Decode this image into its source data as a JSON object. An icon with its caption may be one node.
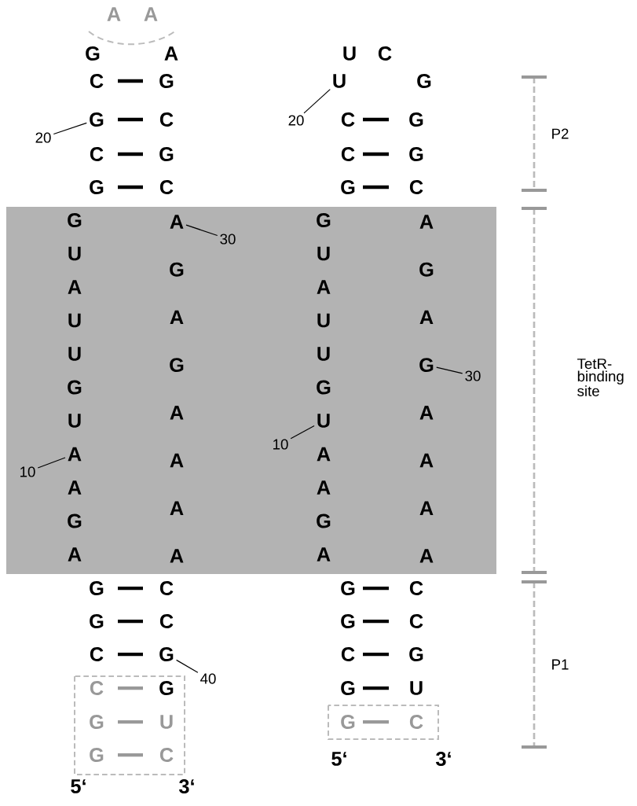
{
  "diagram": {
    "nodes": [
      {
        "text": [
          "20"
        ]
      },
      {
        "text": [
          "G"
        ]
      },
      {
        "text": [
          "30"
        ]
      },
      {
        "text": [
          "A"
        ]
      },
      {
        "text": [
          "10"
        ]
      },
      {
        "text": [
          "A"
        ]
      },
      {
        "text": [
          "40"
        ]
      },
      {
        "text": [
          "G"
        ]
      },
      {
        "text": [
          "20"
        ]
      },
      {
        "text": [
          "U"
        ]
      },
      {
        "text": [
          "30"
        ]
      },
      {
        "text": [
          "G"
        ]
      },
      {
        "text": [
          "10"
        ]
      },
      {
        "text": [
          "U"
        ]
      }
    ],
    "edges": [
      {
        "from": 0,
        "to": 1,
        "arrow": "none"
      },
      {
        "from": 2,
        "to": 3,
        "arrow": "none"
      },
      {
        "from": 4,
        "to": 5,
        "arrow": "none"
      },
      {
        "from": 6,
        "to": 7,
        "arrow": "none"
      },
      {
        "from": 8,
        "to": 9,
        "arrow": "none"
      },
      {
        "from": 10,
        "to": 11,
        "arrow": "none"
      },
      {
        "from": 12,
        "to": 13,
        "arrow": "none"
      }
    ],
    "labels": [
      "A",
      "A",
      "G",
      "A",
      "C",
      "G",
      "C",
      "C",
      "G",
      "G",
      "C",
      "G",
      "U",
      "A",
      "U",
      "U",
      "G",
      "U",
      "A",
      "G",
      "A",
      "G",
      "A",
      "G",
      "A",
      "A",
      "A",
      "A",
      "G",
      "C",
      "G",
      "C",
      "C",
      "C",
      "G",
      "G",
      "U",
      "G",
      "C",
      "5‘",
      "3‘",
      "U",
      "C",
      "G",
      "C",
      "G",
      "C",
      "G",
      "G",
      "C",
      "G",
      "U",
      "A",
      "U",
      "U",
      "G",
      "A",
      "A",
      "G",
      "A",
      "A",
      "G",
      "A",
      "A",
      "A",
      "A",
      "A",
      "G",
      "C",
      "G",
      "C",
      "C",
      "G",
      "G",
      "U",
      "G",
      "C",
      "5‘",
      "3‘",
      "P2",
      "TetR-binding site",
      "P1"
    ]
  }
}
